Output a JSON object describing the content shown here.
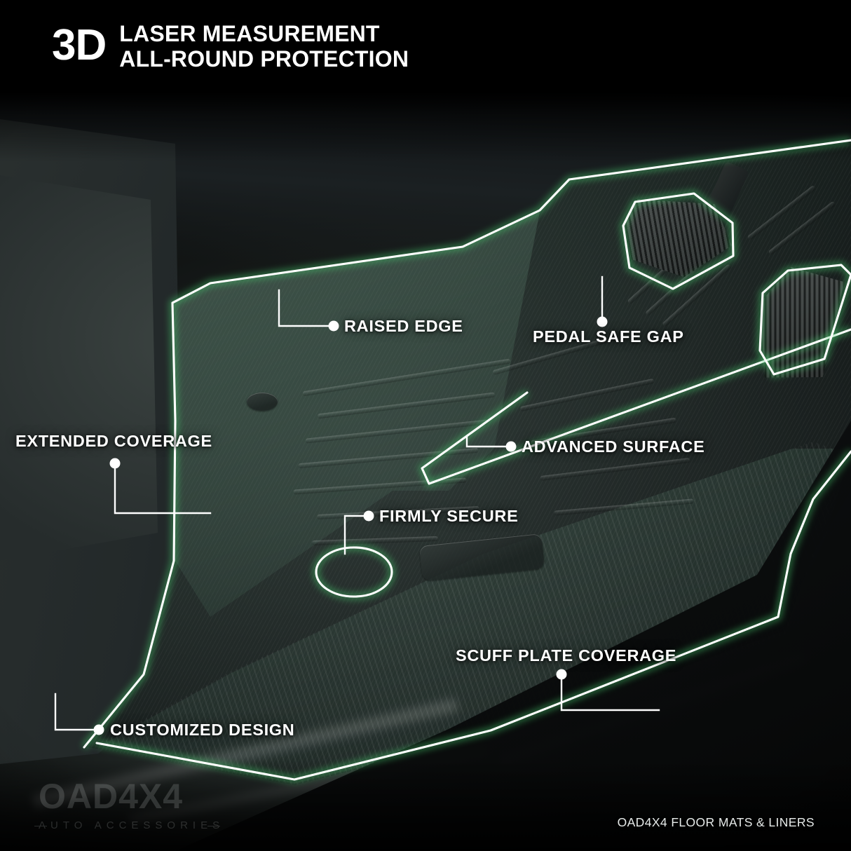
{
  "header": {
    "badge": "3D",
    "line1": "LASER MEASUREMENT",
    "line2": "ALL-ROUND PROTECTION"
  },
  "callouts": [
    {
      "id": "raised-edge",
      "label": "RAISED EDGE"
    },
    {
      "id": "pedal-safe-gap",
      "label": "PEDAL SAFE GAP"
    },
    {
      "id": "extended-coverage",
      "label": "EXTENDED COVERAGE"
    },
    {
      "id": "advanced-surface",
      "label": "ADVANCED SURFACE"
    },
    {
      "id": "firmly-secure",
      "label": "FIRMLY SECURE"
    },
    {
      "id": "scuff-plate-coverage",
      "label": "SCUFF PLATE COVERAGE"
    },
    {
      "id": "customized-design",
      "label": "CUSTOMIZED DESIGN"
    }
  ],
  "watermark": {
    "main": "OAD4X4",
    "sub": "AUTO ACCESSORIES"
  },
  "footer": {
    "note": "OAD4X4 FLOOR MATS & LINERS"
  },
  "colors": {
    "accent_green": "#45c46a",
    "outline_white": "#ffffff",
    "background_black": "#000000",
    "text_white": "#ffffff"
  }
}
